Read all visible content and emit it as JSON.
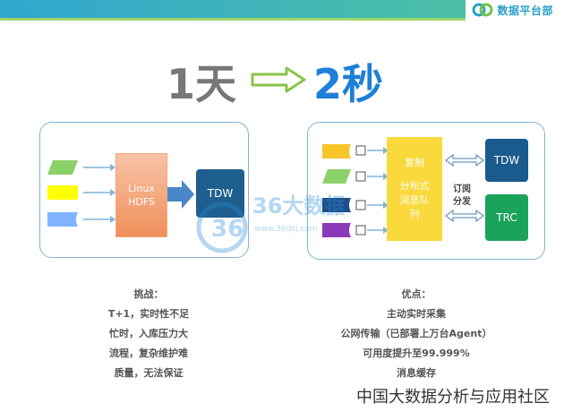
{
  "topbar": {
    "logo_text": "数据平台部"
  },
  "headline": {
    "left": "1天",
    "right": "2秒"
  },
  "left_panel": {
    "hdfs_lines": [
      "Linux",
      "HDFS"
    ],
    "tdw_label": "TDW"
  },
  "right_panel": {
    "queue_lines": [
      "复制",
      "分布式",
      "消息队",
      "列"
    ],
    "subscribe_lines": [
      "订阅",
      "分发"
    ],
    "tdw_label": "TDW",
    "trc_label": "TRC"
  },
  "watermark": {
    "text": "36大数据",
    "url": "www.36dsj.com"
  },
  "challenges": {
    "title": "挑战：",
    "lines": [
      "T+1，实时性不足",
      "忙时，入库压力大",
      "流程，复杂维护难",
      "质量，无法保证"
    ]
  },
  "advantages": {
    "title": "优点：",
    "lines": [
      "主动实时采集",
      "公网传输（已部署上万台Agent）",
      "可用度提升至99.999%",
      "消息缓存"
    ]
  },
  "footer": {
    "text": "中国大数据分析与应用社区"
  },
  "colors": {
    "primary_blue": "#1e7fd8",
    "panel_border": "#7fb3d8",
    "queue_yellow": "#f9d93b",
    "trc_green": "#1aa35a",
    "tdw_blue": "#1f5f8f"
  }
}
